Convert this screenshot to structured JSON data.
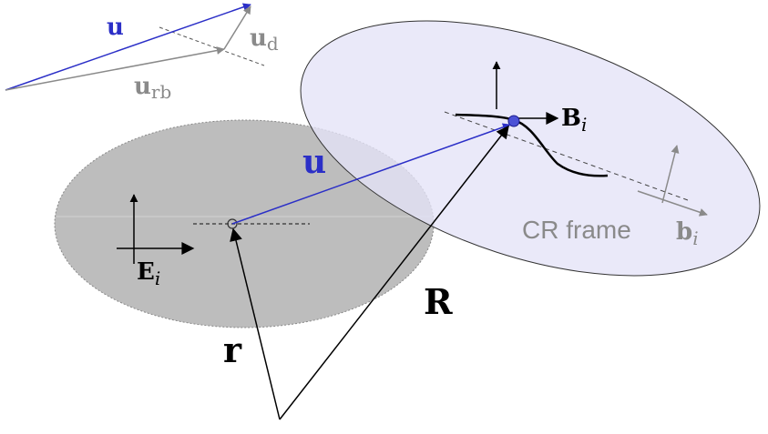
{
  "labels": {
    "u_top": "u",
    "u_d_main": "u",
    "u_d_sub": "d",
    "u_rb_main": "u",
    "u_rb_sub": "rb",
    "u_center": "u",
    "B_main": "B",
    "B_sub": "i",
    "E_main": "E",
    "E_sub": "i",
    "b_main": "b",
    "b_sub": "i",
    "cr_frame": "CR frame",
    "R": "R",
    "r": "r"
  },
  "colors": {
    "blue_vector": "#2b2fc7",
    "gray_vector": "#8a8a8a",
    "black": "#000000",
    "left_ellipse_fill": "#bdbdbd",
    "right_ellipse_fill": "#e4e3f7"
  }
}
